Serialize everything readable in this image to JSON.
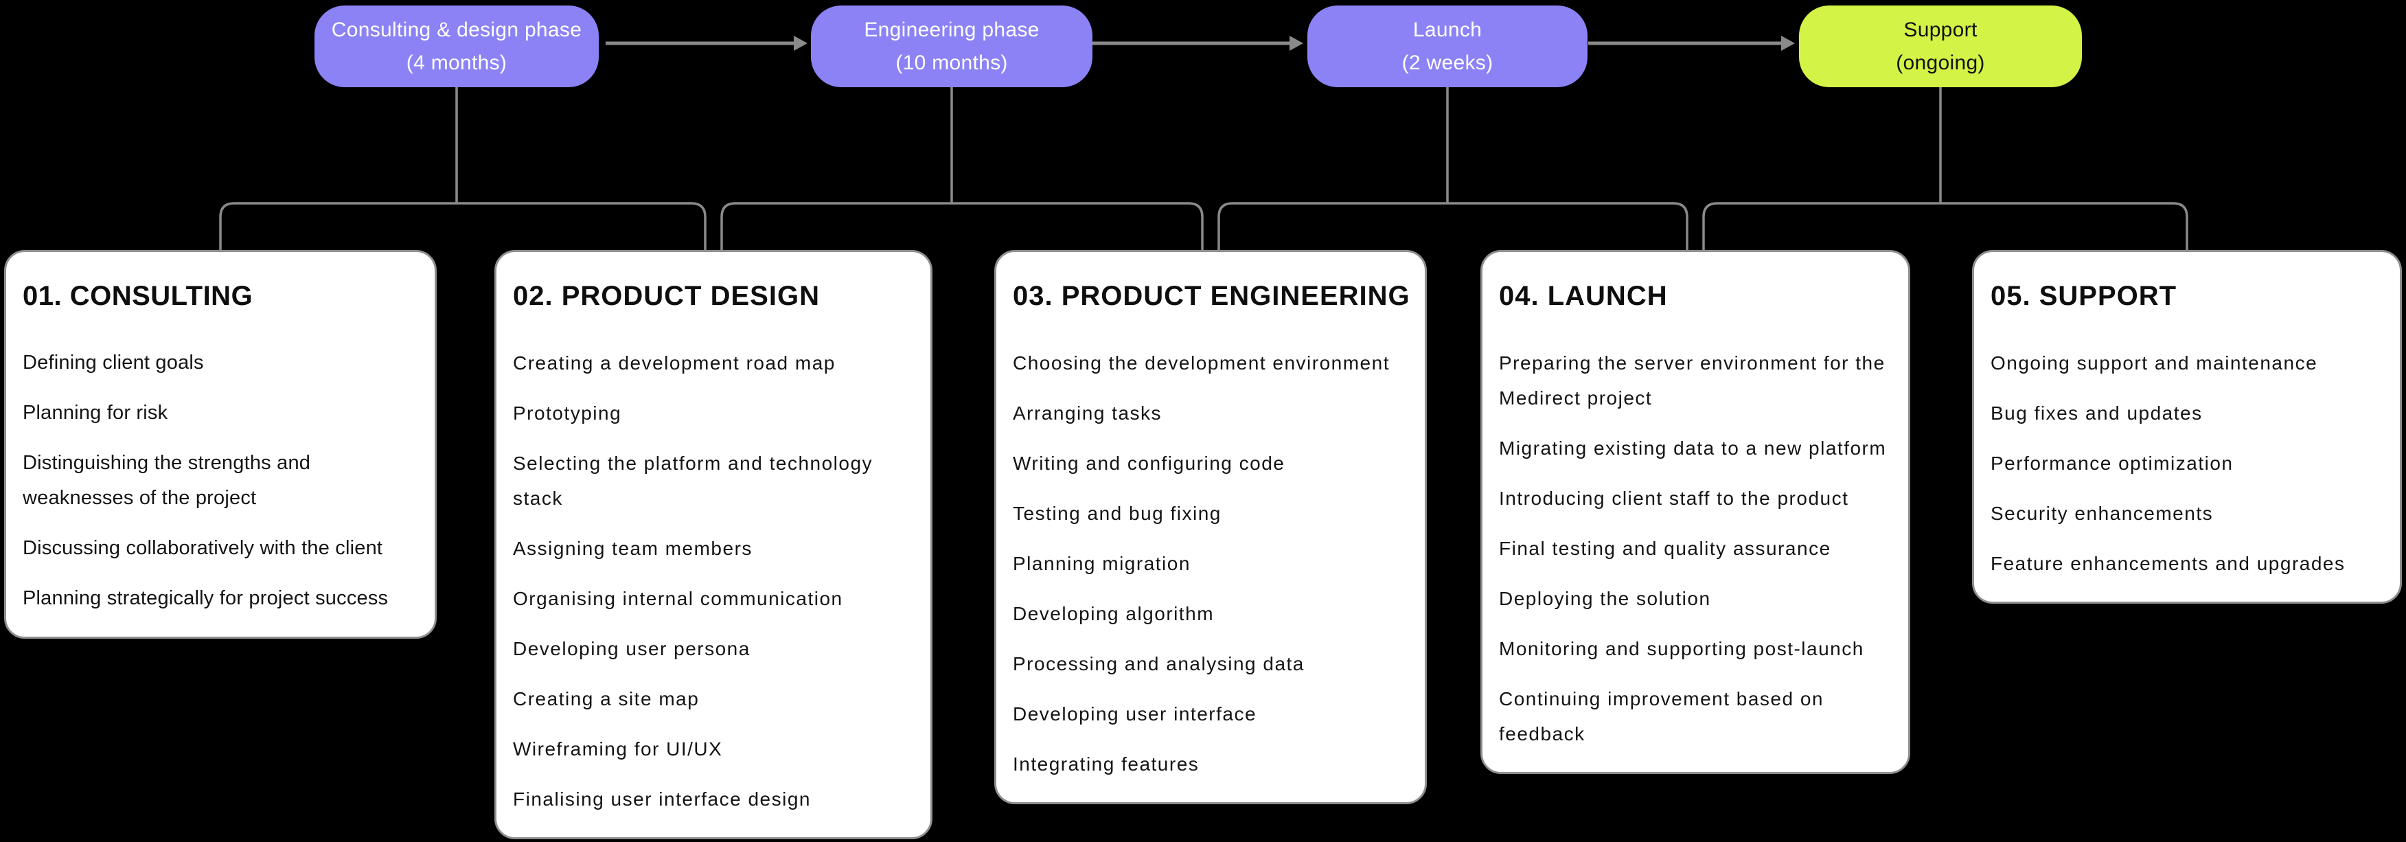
{
  "diagram": {
    "background": "#000000",
    "connector_color": "#8a8a8a",
    "card_background": "#ffffff",
    "card_border_color": "#8f8f8f",
    "phases": [
      {
        "name": "Consulting & design phase",
        "duration": "(4 months)",
        "fill": "#8b82f5",
        "text_color": "#ffffff"
      },
      {
        "name": "Engineering phase",
        "duration": "(10 months)",
        "fill": "#8b82f5",
        "text_color": "#ffffff"
      },
      {
        "name": "Launch",
        "duration": "(2 weeks)",
        "fill": "#8b82f5",
        "text_color": "#ffffff"
      },
      {
        "name": "Support",
        "duration": "(ongoing)",
        "fill": "#d3f346",
        "text_color": "#121212"
      }
    ],
    "cards": [
      {
        "title": "01. CONSULTING",
        "items": [
          "Defining client goals",
          "Planning for risk",
          "Distinguishing the strengths and weaknesses of the project",
          "Discussing collaboratively with the client",
          "Planning strategically for project success"
        ]
      },
      {
        "title": "02. PRODUCT DESIGN",
        "items": [
          "Creating a development road map",
          "Prototyping",
          "Selecting the platform and technology stack",
          "Assigning team members",
          "Organising internal communication",
          "Developing user persona",
          "Creating a site map",
          "Wireframing for UI/UX",
          "Finalising user interface design"
        ]
      },
      {
        "title": "03. PRODUCT ENGINEERING",
        "items": [
          "Choosing the development environment",
          "Arranging tasks",
          "Writing and configuring code",
          "Testing and bug fixing",
          "Planning migration",
          "Developing algorithm",
          "Processing and analysing data",
          "Developing user interface",
          "Integrating features"
        ]
      },
      {
        "title": "04. LAUNCH",
        "items": [
          "Preparing the server environment for the Medirect project",
          "Migrating existing data to a new platform",
          "Introducing client staff to the product",
          "Final testing and quality assurance",
          "Deploying the solution",
          "Monitoring and supporting post-launch",
          "Continuing improvement based on feedback"
        ]
      },
      {
        "title": "05. SUPPORT",
        "items": [
          "Ongoing support and maintenance",
          "Bug fixes and updates",
          "Performance optimization",
          "Security enhancements",
          "Feature enhancements and upgrades"
        ]
      }
    ]
  }
}
